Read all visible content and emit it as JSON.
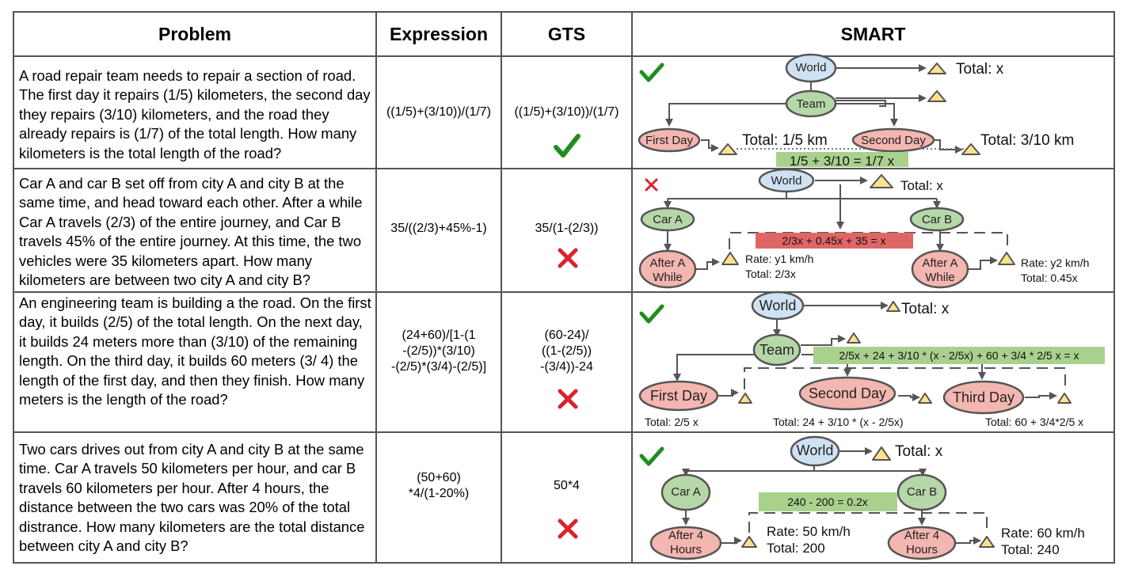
{
  "headers": {
    "problem": "Problem",
    "expression": "Expression",
    "gts": "GTS",
    "smart": "SMART"
  },
  "rows": [
    {
      "problem": "A road repair team needs to repair a section of road. The first day it repairs (1/5) kilometers, the second day they repairs (3/10) kilometers, and the road they already repairs is (1/7) of the total length. How many kilometers is the total length of the road?",
      "expression": [
        "((1/5)+(3/10))/(1/7)"
      ],
      "gts": [
        "((1/5)+(3/10))/(1/7)"
      ],
      "gts_correct": true,
      "smart_correct": true,
      "graph": {
        "world": "World",
        "team": "Team",
        "day1": "First Day",
        "day2": "Second Day",
        "world_total": "Total: x",
        "day1_total": "Total: 1/5 km",
        "day2_total": "Total: 3/10 km",
        "equation": "1/5 + 3/10 = 1/7 x"
      }
    },
    {
      "problem": "Car A and car B set off from city A and city B at the same time, and head toward each other. After a while Car A travels (2/3) of the entire journey, and Car B travels 45% of the entire journey. At this time, the two vehicles were 35 kilometers apart. How many kilometers are between two city A and city B?",
      "expression": [
        "35/((2/3)+45%-1)"
      ],
      "gts": [
        "35/(1-(2/3))"
      ],
      "gts_correct": false,
      "smart_correct": false,
      "graph": {
        "world": "World",
        "carA": "Car A",
        "carB": "Car B",
        "afterA1": "After A",
        "afterA2": "While",
        "afterB1": "After A",
        "afterB2": "While",
        "world_total": "Total: x",
        "rateA": "Rate:  y1 km/h",
        "totalA": "Total: 2/3x",
        "rateB": "Rate:  y2 km/h",
        "totalB": "Total: 0.45x",
        "equation": "2/3x + 0.45x + 35 = x"
      }
    },
    {
      "problem": "An engineering team is building a the road. On the first day, it builds (2/5) of the total length. On the next day, it builds 24 meters more than (3/10) of the remaining length. On the third day, it builds 60 meters (3/ 4) the length of the first day, and then they finish. How many meters is the length of the road?",
      "expression": [
        "(24+60)/[1-(1",
        "-(2/5))*(3/10)",
        "-(2/5)*(3/4)-(2/5)]"
      ],
      "gts": [
        "(60-24)/",
        "((1-(2/5))",
        "-(3/4))-24"
      ],
      "gts_correct": false,
      "smart_correct": true,
      "graph": {
        "world": "World",
        "team": "Team",
        "day1": "First Day",
        "day2": "Second Day",
        "day3": "Third Day",
        "world_total": "Total: x",
        "day1_total": "Total: 2/5 x",
        "day2_total": "Total: 24 + 3/10 * (x - 2/5x)",
        "day3_total": "Total: 60 + 3/4*2/5 x",
        "equation": "2/5x + 24 + 3/10 * (x - 2/5x) + 60 + 3/4 * 2/5 x = x"
      }
    },
    {
      "problem": "Two cars drives out from city A and city B at the same time. Car A travels 50 kilometers per hour, and car B travels 60 kilometers per hour. After 4 hours, the distance between the two cars was 20% of the total distrance. How many kilometers are the total distance between city A and city B?",
      "expression": [
        "(50+60)",
        "*4/(1-20%)"
      ],
      "gts": [
        "50*4"
      ],
      "gts_correct": false,
      "smart_correct": true,
      "graph": {
        "world": "World",
        "carA": "Car A",
        "carB": "Car B",
        "afterA1": "After 4",
        "afterA2": "Hours",
        "afterB1": "After 4",
        "afterB2": "Hours",
        "world_total": "Total: x",
        "rateA": "Rate:  50 km/h",
        "totalA": "Total: 200",
        "rateB": "Rate:  60 km/h",
        "totalB": "Total: 240",
        "equation": "240 - 200 = 0.2x"
      }
    }
  ],
  "colors": {
    "world": "#cfe2f3",
    "green_node": "#b6d7a8",
    "red_node": "#f4b6b0",
    "triangle": "#ffe38a",
    "check": "#1e8e1e",
    "cross": "#d9232d",
    "eq_green": "#a9d18e",
    "eq_red": "#e06666"
  }
}
